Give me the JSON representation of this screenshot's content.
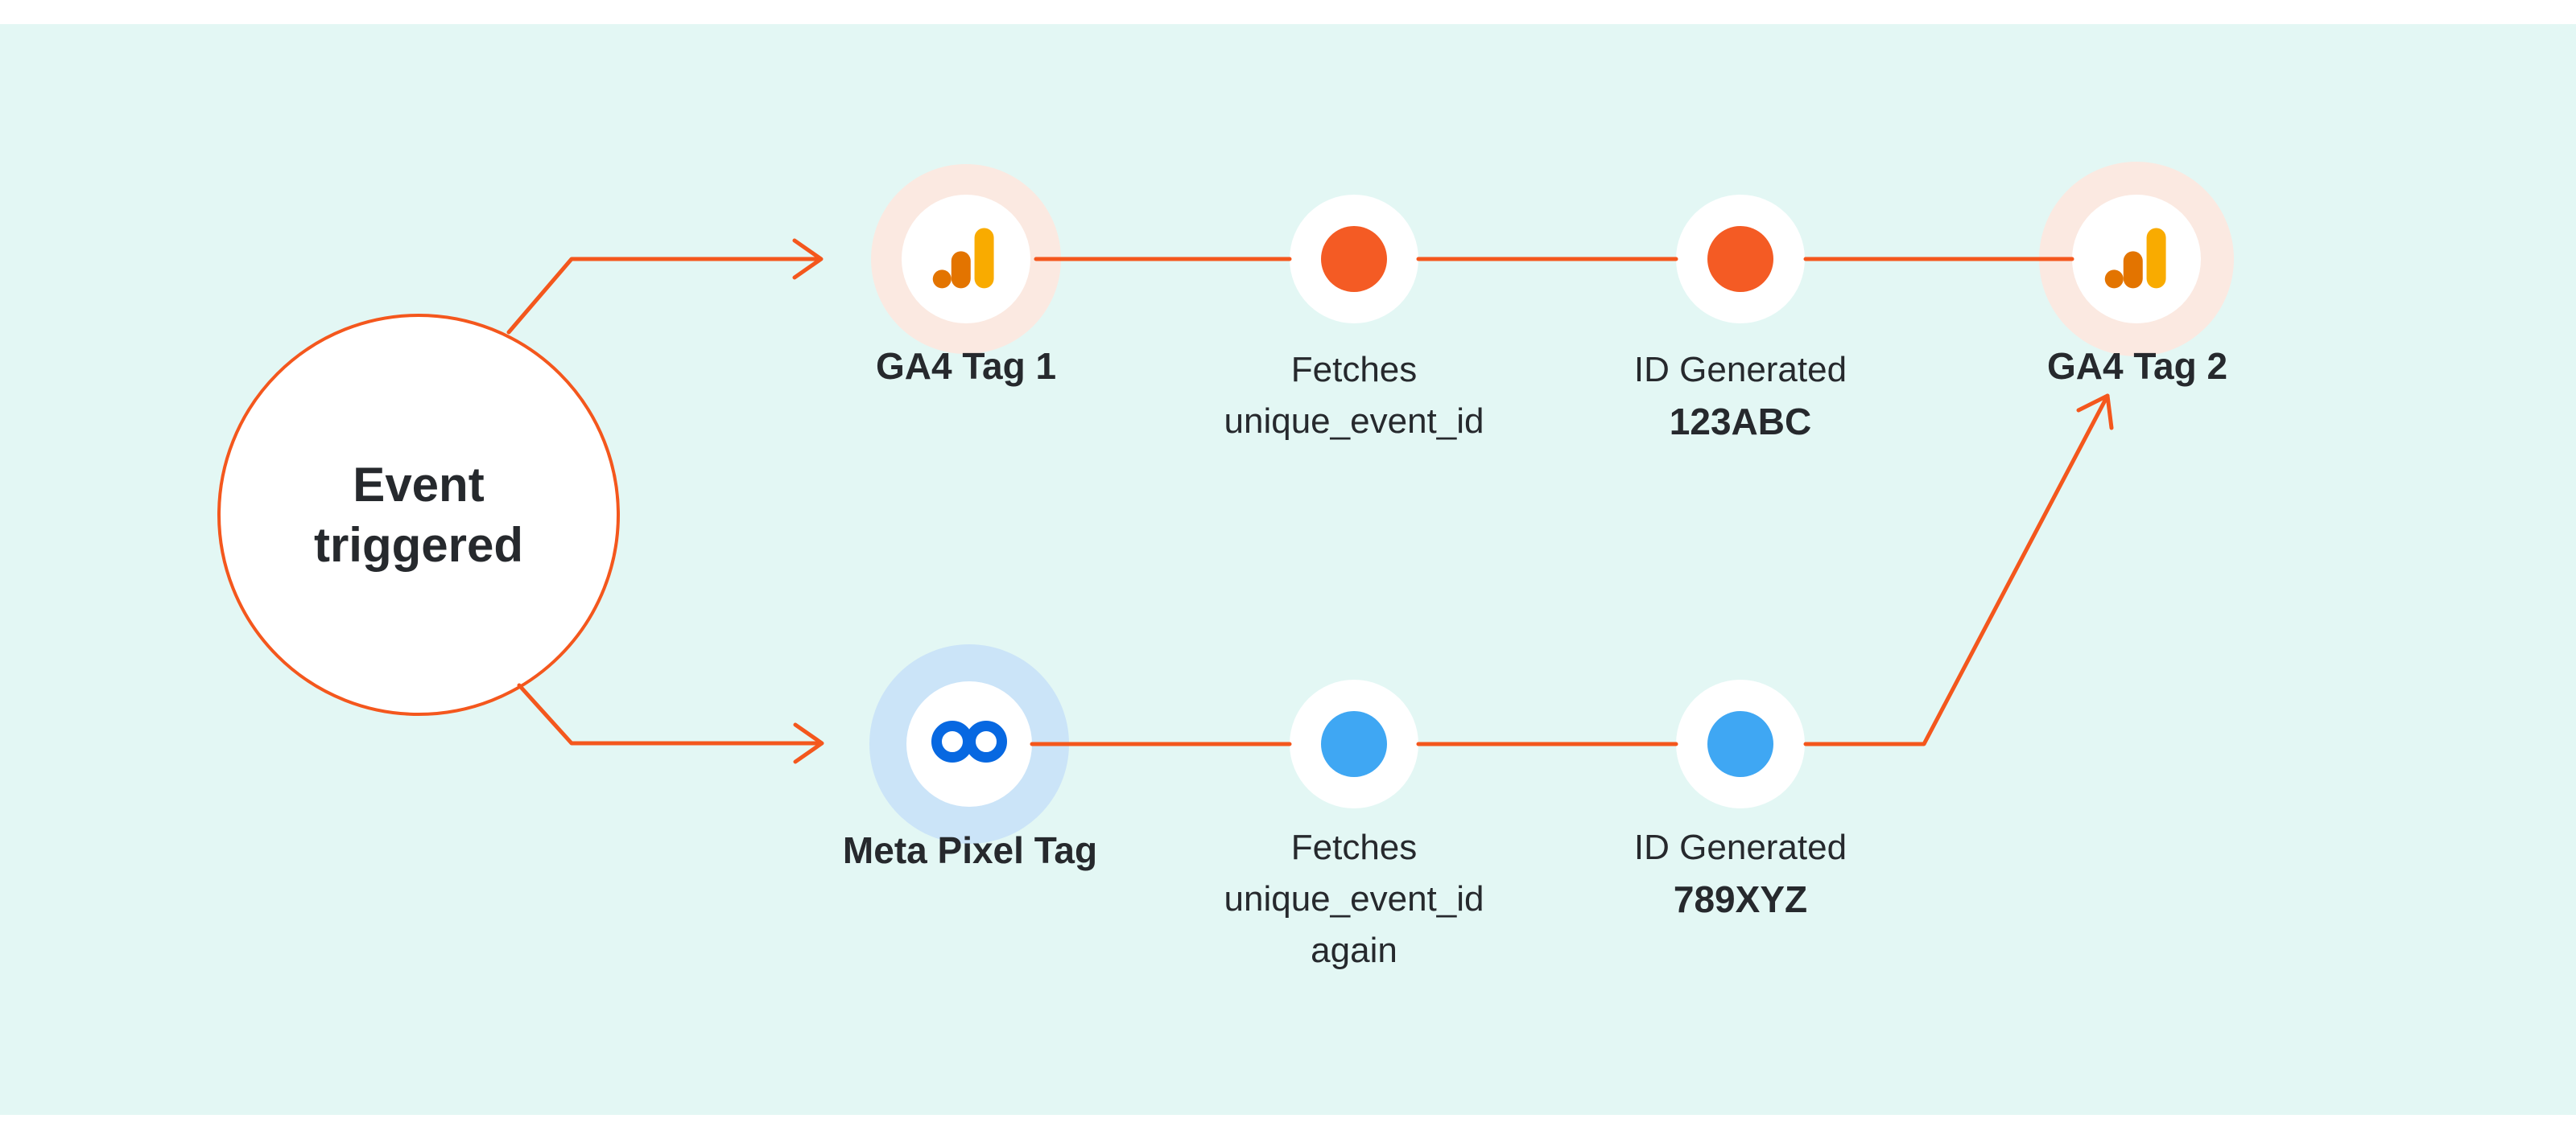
{
  "colors": {
    "background": "#E3F7F4",
    "page_strip": "#FFFFFF",
    "accent_orange": "#F4571D",
    "dot_orange": "#F45B24",
    "dot_blue": "#3FA7F3",
    "ga4_halo": "#FBE9E1",
    "meta_halo": "#CBE4F8",
    "ga4_amber": "#F9AB00",
    "ga4_orange": "#E37400",
    "meta_blue": "#0768E1",
    "text": "#26292D",
    "node_fill": "#FFFFFF"
  },
  "start": {
    "line1": "Event",
    "line2": "triggered"
  },
  "top_branch": {
    "tag1": {
      "label": "GA4 Tag 1"
    },
    "fetch": {
      "line1": "Fetches",
      "line2": "unique_event_id"
    },
    "id": {
      "line1": "ID Generated",
      "value": "123ABC"
    },
    "tag2": {
      "label": "GA4 Tag 2"
    }
  },
  "bottom_branch": {
    "pixel": {
      "label": "Meta Pixel Tag"
    },
    "fetch": {
      "line1": "Fetches",
      "line2": "unique_event_id",
      "line3": "again"
    },
    "id": {
      "line1": "ID Generated",
      "value": "789XYZ"
    }
  }
}
